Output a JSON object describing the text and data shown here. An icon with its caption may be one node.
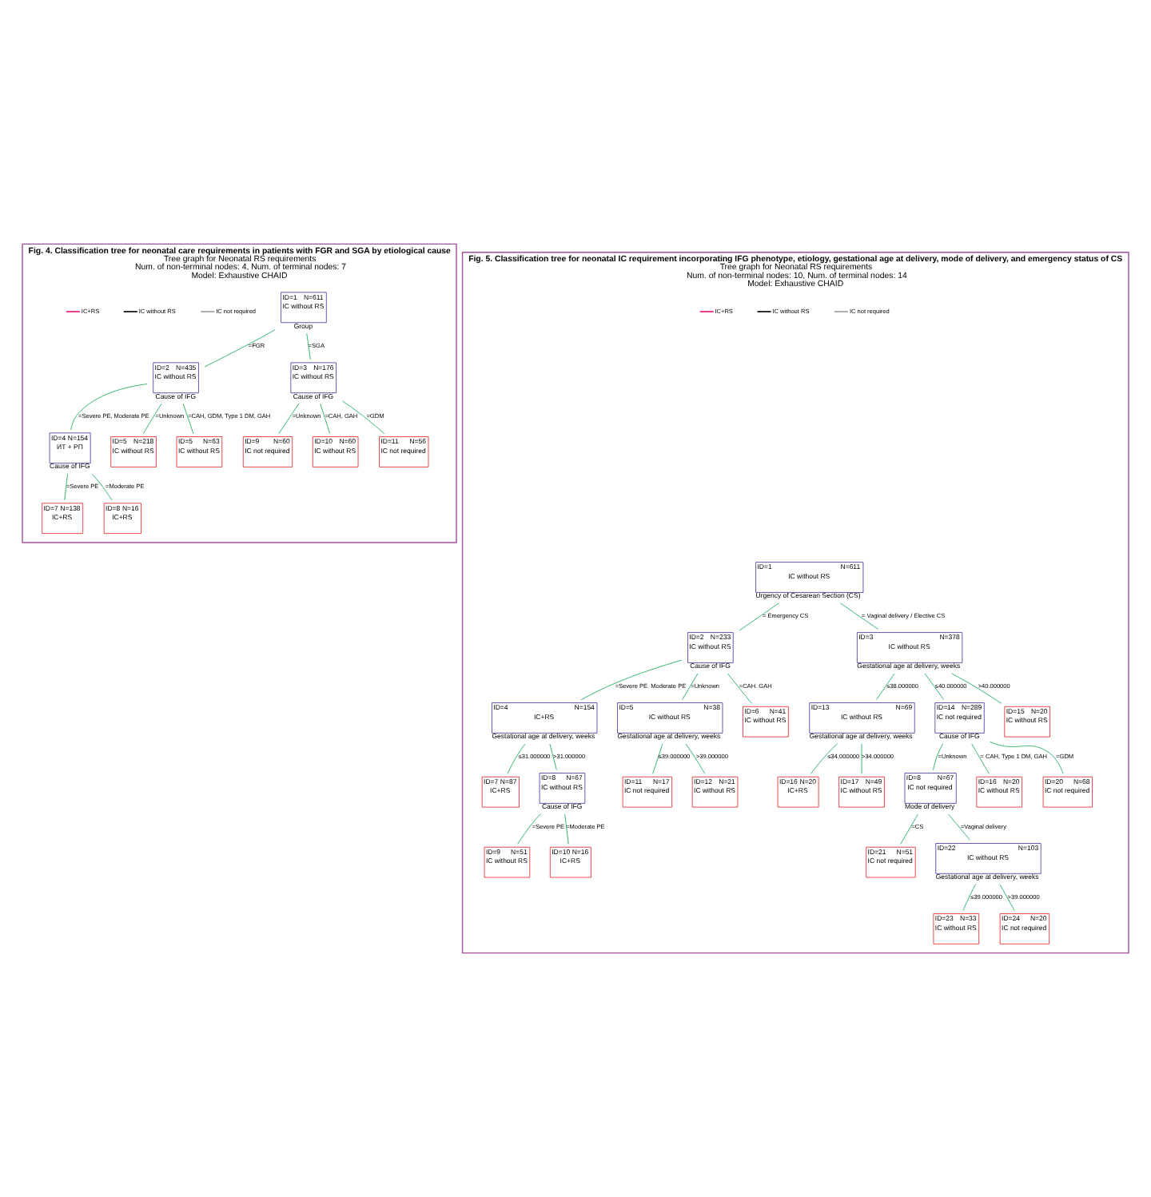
{
  "diagram": {
    "nodes": [
      {
        "text": [
          "Fig. 4. Classification tree for neonatal care requirements in patients with FGR and SGA by etiological cause",
          "Tree graph for Neonatal RS requirements",
          "Num. of non-terminal nodes: 4, Num. of terminal nodes: 7",
          "Model: Exhaustive CHAID"
        ]
      },
      {
        "text": [
          "ID=1",
          "N=611",
          "IC without RS"
        ],
        "in": 0,
        "beside": [
          "Group"
        ]
      },
      {
        "text": [
          "ID=2",
          "N=435",
          "IC without RS"
        ],
        "in": 0,
        "beside": [
          "Cause of IFG"
        ]
      },
      {
        "text": [
          "ID=3",
          "N=176",
          "IC without RS"
        ],
        "in": 0,
        "beside": [
          "Cause of IFG"
        ]
      },
      {
        "text": [
          "ID=4",
          "N=154",
          "ИТ + РП"
        ],
        "in": 0,
        "beside": [
          "Cause of IFG"
        ]
      },
      {
        "text": [
          "ID=5",
          "N=218",
          "IC without RS"
        ],
        "in": 0
      },
      {
        "text": [
          "ID=5",
          "N=63",
          "IC without RS"
        ],
        "in": 0
      },
      {
        "text": [
          "ID=9",
          "N=60",
          "IC not required"
        ],
        "in": 0
      },
      {
        "text": [
          "ID=10",
          "N=60",
          "IC without RS"
        ],
        "in": 0
      },
      {
        "text": [
          "ID=11",
          "N=56",
          "IC not required"
        ],
        "in": 0
      },
      {
        "text": [
          "ID=7",
          "N=138",
          "IC+RS"
        ],
        "in": 0
      },
      {
        "text": [
          "ID=8",
          "N=16",
          "IC+RS"
        ],
        "in": 0
      },
      {
        "text": [
          "Fig. 5. Classification tree for neonatal IC requirement incorporating IFG phenotype, etiology, gestational age at delivery, mode of delivery, and emergency status of CS",
          "Tree graph for Neonatal RS requirements",
          "Num. of non-terminal nodes: 10, Num. of terminal nodes: 14",
          "Model: Exhaustive CHAID"
        ]
      },
      {
        "text": [
          "ID=1",
          "N=611",
          "IC without RS"
        ],
        "in": 12,
        "beside": [
          "Urgency of Cesarean Section (CS)"
        ]
      },
      {
        "text": [
          "ID=2",
          "N=233",
          "IC without RS"
        ],
        "in": 12,
        "beside": [
          "Cause of IFG"
        ]
      },
      {
        "text": [
          "ID=3",
          "N=378",
          "IC without RS"
        ],
        "in": 12,
        "beside": [
          "Gestational age at delivery, weeks"
        ]
      },
      {
        "text": [
          "ID=4",
          "N=154",
          "IC+RS"
        ],
        "in": 12,
        "beside": [
          "Gestational age at delivery, weeks"
        ]
      },
      {
        "text": [
          "ID=5",
          "N=38",
          "IC without RS"
        ],
        "in": 12,
        "beside": [
          "Gestational age at delivery, weeks"
        ]
      },
      {
        "text": [
          "ID=6",
          "N=41",
          "IC without RS"
        ],
        "in": 12
      },
      {
        "text": [
          "ID=13",
          "N=69",
          "IC without RS"
        ],
        "in": 12,
        "beside": [
          "Gestational age at delivery, weeks"
        ]
      },
      {
        "text": [
          "ID=14",
          "N=289",
          "IC not required"
        ],
        "in": 12,
        "beside": [
          "Cause of IFG"
        ]
      },
      {
        "text": [
          "ID=15",
          "N=20",
          "IC without RS"
        ],
        "in": 12
      },
      {
        "text": [
          "ID=7",
          "N=87",
          "IC+RS"
        ],
        "in": 12
      },
      {
        "text": [
          "ID=8",
          "N=67",
          "IC without RS"
        ],
        "in": 12,
        "beside": [
          "Cause of IFG"
        ]
      },
      {
        "text": [
          "ID=11",
          "N=17",
          "IC not required"
        ],
        "in": 12
      },
      {
        "text": [
          "ID=12",
          "N=21",
          "IC without RS"
        ],
        "in": 12
      },
      {
        "text": [
          "ID=16",
          "N=20",
          "IC+RS"
        ],
        "in": 12
      },
      {
        "text": [
          "ID=17",
          "N=49",
          "IC without RS"
        ],
        "in": 12
      },
      {
        "text": [
          "ID=8",
          "N=67",
          "IC not required"
        ],
        "in": 12,
        "beside": [
          "Mode of delivery"
        ]
      },
      {
        "text": [
          "ID=16",
          "N=20",
          "IC without RS"
        ],
        "in": 12
      },
      {
        "text": [
          "ID=20",
          "N=68",
          "IC not required"
        ],
        "in": 12
      },
      {
        "text": [
          "ID=9",
          "N=51",
          "IC without RS"
        ],
        "in": 12
      },
      {
        "text": [
          "ID=10",
          "N=16",
          "IC+RS"
        ],
        "in": 12
      },
      {
        "text": [
          "ID=21",
          "N=51",
          "IC not required"
        ],
        "in": 12
      },
      {
        "text": [
          "ID=22",
          "N=103",
          "IC without RS"
        ],
        "in": 12,
        "beside": [
          "Gestational age at delivery, weeks"
        ]
      },
      {
        "text": [
          "ID=23",
          "N=33",
          "IC without RS"
        ],
        "in": 12
      },
      {
        "text": [
          "ID=24",
          "N=20",
          "IC not required"
        ],
        "in": 12
      }
    ],
    "edges": [
      {
        "from": 1,
        "to": 2,
        "arrow": "none",
        "label": "=FGR"
      },
      {
        "from": 1,
        "to": 3,
        "arrow": "none",
        "label": "=SGA"
      },
      {
        "from": 2,
        "to": 4,
        "arrow": "none",
        "label": "=Severe PE, Moderate PE"
      },
      {
        "from": 2,
        "to": 5,
        "arrow": "none",
        "label": "=Unknown"
      },
      {
        "from": 2,
        "to": 6,
        "arrow": "none",
        "label": "=CAH, GDM, Type 1 DM, GAH"
      },
      {
        "from": 3,
        "to": 7,
        "arrow": "none",
        "label": "=Unknown"
      },
      {
        "from": 3,
        "to": 8,
        "arrow": "none",
        "label": "=CAH, GAH"
      },
      {
        "from": 3,
        "to": 9,
        "arrow": "none",
        "label": "=GDM"
      },
      {
        "from": 4,
        "to": 10,
        "arrow": "none",
        "label": "=Severe PE"
      },
      {
        "from": 4,
        "to": 11,
        "arrow": "none",
        "label": "=Moderate PE"
      },
      {
        "from": 13,
        "to": 14,
        "arrow": "none",
        "label": "= Emergency CS"
      },
      {
        "from": 13,
        "to": 15,
        "arrow": "none",
        "label": "= Vaginal delivery / Elective CS"
      },
      {
        "from": 14,
        "to": 16,
        "arrow": "none",
        "label": "=Severe PE. Moderate PE"
      },
      {
        "from": 14,
        "to": 17,
        "arrow": "none",
        "label": "=Unknown"
      },
      {
        "from": 14,
        "to": 18,
        "arrow": "none",
        "label": "=CAH. GAH"
      },
      {
        "from": 15,
        "to": 19,
        "arrow": "none",
        "label": "≤38.000000"
      },
      {
        "from": 15,
        "to": 20,
        "arrow": "none",
        "label": "≤40.000000"
      },
      {
        "from": 15,
        "to": 21,
        "arrow": "none",
        "label": ">40.000000"
      },
      {
        "from": 16,
        "to": 22,
        "arrow": "none",
        "label": "≤31.000000"
      },
      {
        "from": 16,
        "to": 23,
        "arrow": "none",
        "label": ">31.000000"
      },
      {
        "from": 17,
        "to": 24,
        "arrow": "none",
        "label": "≤39.000000"
      },
      {
        "from": 17,
        "to": 25,
        "arrow": "none",
        "label": ">39.000000"
      },
      {
        "from": 19,
        "to": 26,
        "arrow": "none",
        "label": "≤34.000000"
      },
      {
        "from": 19,
        "to": 27,
        "arrow": "none",
        "label": ">34.000000"
      },
      {
        "from": 20,
        "to": 28,
        "arrow": "none",
        "label": "=Unknown"
      },
      {
        "from": 20,
        "to": 29,
        "arrow": "none",
        "label": "= CAH, Type 1 DM, GAH"
      },
      {
        "from": 20,
        "to": 30,
        "arrow": "none",
        "label": "=GDM"
      },
      {
        "from": 23,
        "to": 31,
        "arrow": "none",
        "label": "=Severe PE"
      },
      {
        "from": 23,
        "to": 32,
        "arrow": "none",
        "label": "=Moderate PE"
      },
      {
        "from": 28,
        "to": 33,
        "arrow": "none",
        "label": "=CS"
      },
      {
        "from": 28,
        "to": 34,
        "arrow": "none",
        "label": "=Vaginal delivery"
      },
      {
        "from": 34,
        "to": 35,
        "arrow": "none",
        "label": "≤39.000000"
      },
      {
        "from": 34,
        "to": 36,
        "arrow": "none",
        "label": ">39.000000"
      }
    ],
    "legend": [
      {
        "text": "IC+RS",
        "color": "#e8338c"
      },
      {
        "text": "IC without RS",
        "color": "#222222"
      },
      {
        "text": "IC not required",
        "color": "#aaaaaa"
      },
      {
        "text": "IC+RS",
        "color": "#e8338c"
      },
      {
        "text": "IC without RS",
        "color": "#222222"
      },
      {
        "text": "IC not required",
        "color": "#aaaaaa"
      }
    ]
  }
}
